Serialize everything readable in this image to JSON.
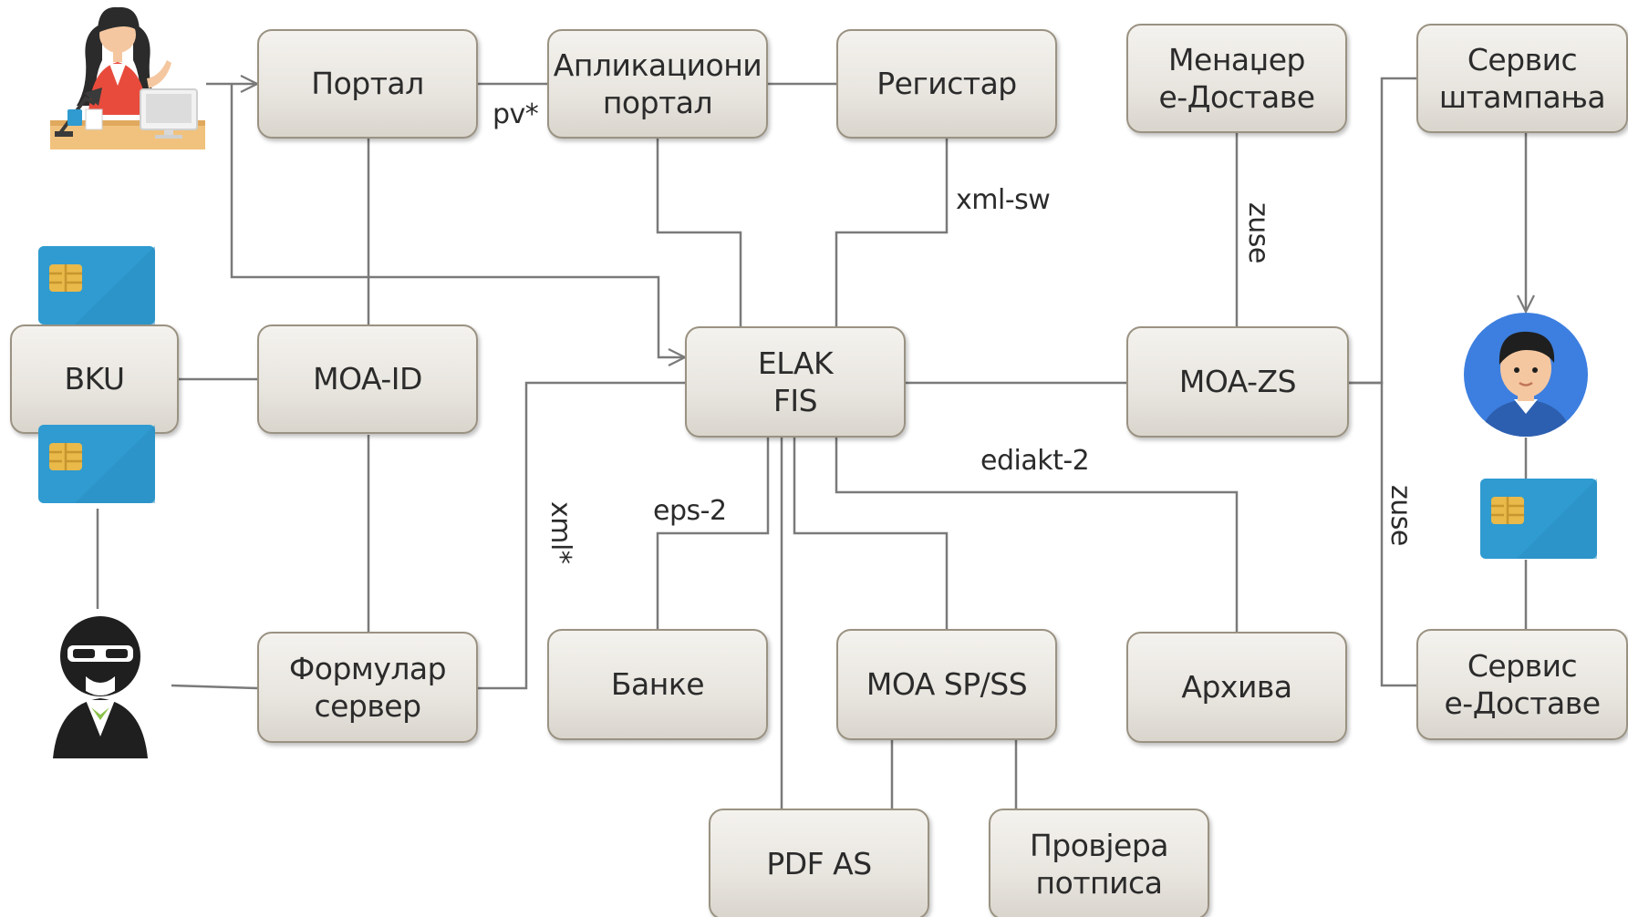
{
  "nodes": {
    "portal": "Портал",
    "app_portal": "Апликациони\nпортал",
    "registry": "Регистар",
    "edelivery_manager": "Менаџер\nе-Доставе",
    "print_service": "Сервис\nштампања",
    "bku": "BKU",
    "moa_id": "MOA-ID",
    "elak_fis": "ELAK\nFIS",
    "moa_zs": "MOA-ZS",
    "form_server": "Формулар\nсервер",
    "banks": "Банке",
    "moa_sp_ss": "MOA SP/SS",
    "archive": "Архива",
    "edelivery_service": "Сервис\nе-Доставе",
    "pdf_as": "PDF AS",
    "signature_check": "Провјера\nпотписа"
  },
  "edge_labels": {
    "pv": "pv*",
    "xml_sw": "xml-sw",
    "zuse_top": "zuse",
    "xml": "xml*",
    "eps2": "eps-2",
    "ediakt2": "ediakt-2",
    "zuse_side": "zuse"
  },
  "icons": {
    "user_desk": "woman-at-desk-icon",
    "smart_card": "smart-card-icon",
    "anonymous_user": "anonymous-man-icon",
    "citizen_avatar": "person-avatar-icon"
  },
  "colors": {
    "box_border": "#9a9282",
    "line": "#7a7a7a",
    "card_blue": "#2f9bd0",
    "chip_gold": "#e9b94a",
    "avatar_blue": "#3d7fe0"
  }
}
